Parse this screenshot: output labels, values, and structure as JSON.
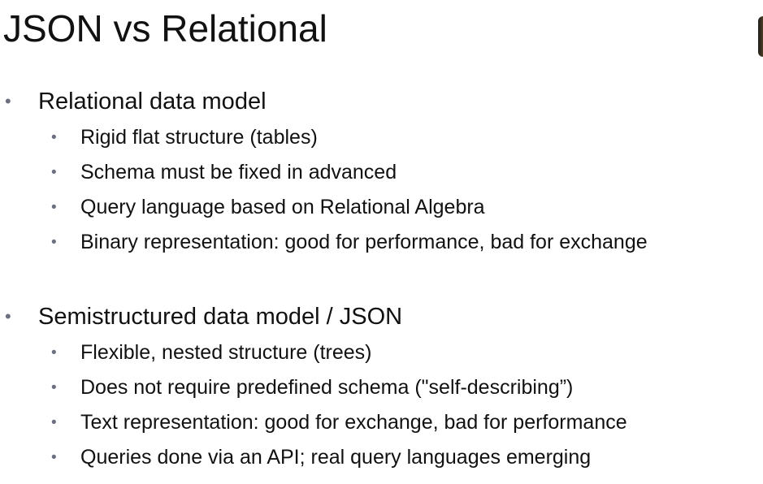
{
  "title": "JSON vs Relational",
  "sections": [
    {
      "heading": "Relational data model",
      "items": [
        "Rigid flat structure (tables)",
        "Schema must be fixed in advanced",
        "Query language based on Relational Algebra",
        "Binary representation: good for performance, bad for exchange"
      ]
    },
    {
      "heading": "Semistructured data model / JSON",
      "items": [
        "Flexible, nested structure (trees)",
        "Does not require predefined schema (\"self-describing”)",
        "Text representation: good for exchange, bad for performance",
        "Queries done via an API; real query languages emerging"
      ]
    }
  ],
  "bullet_glyph": "•"
}
